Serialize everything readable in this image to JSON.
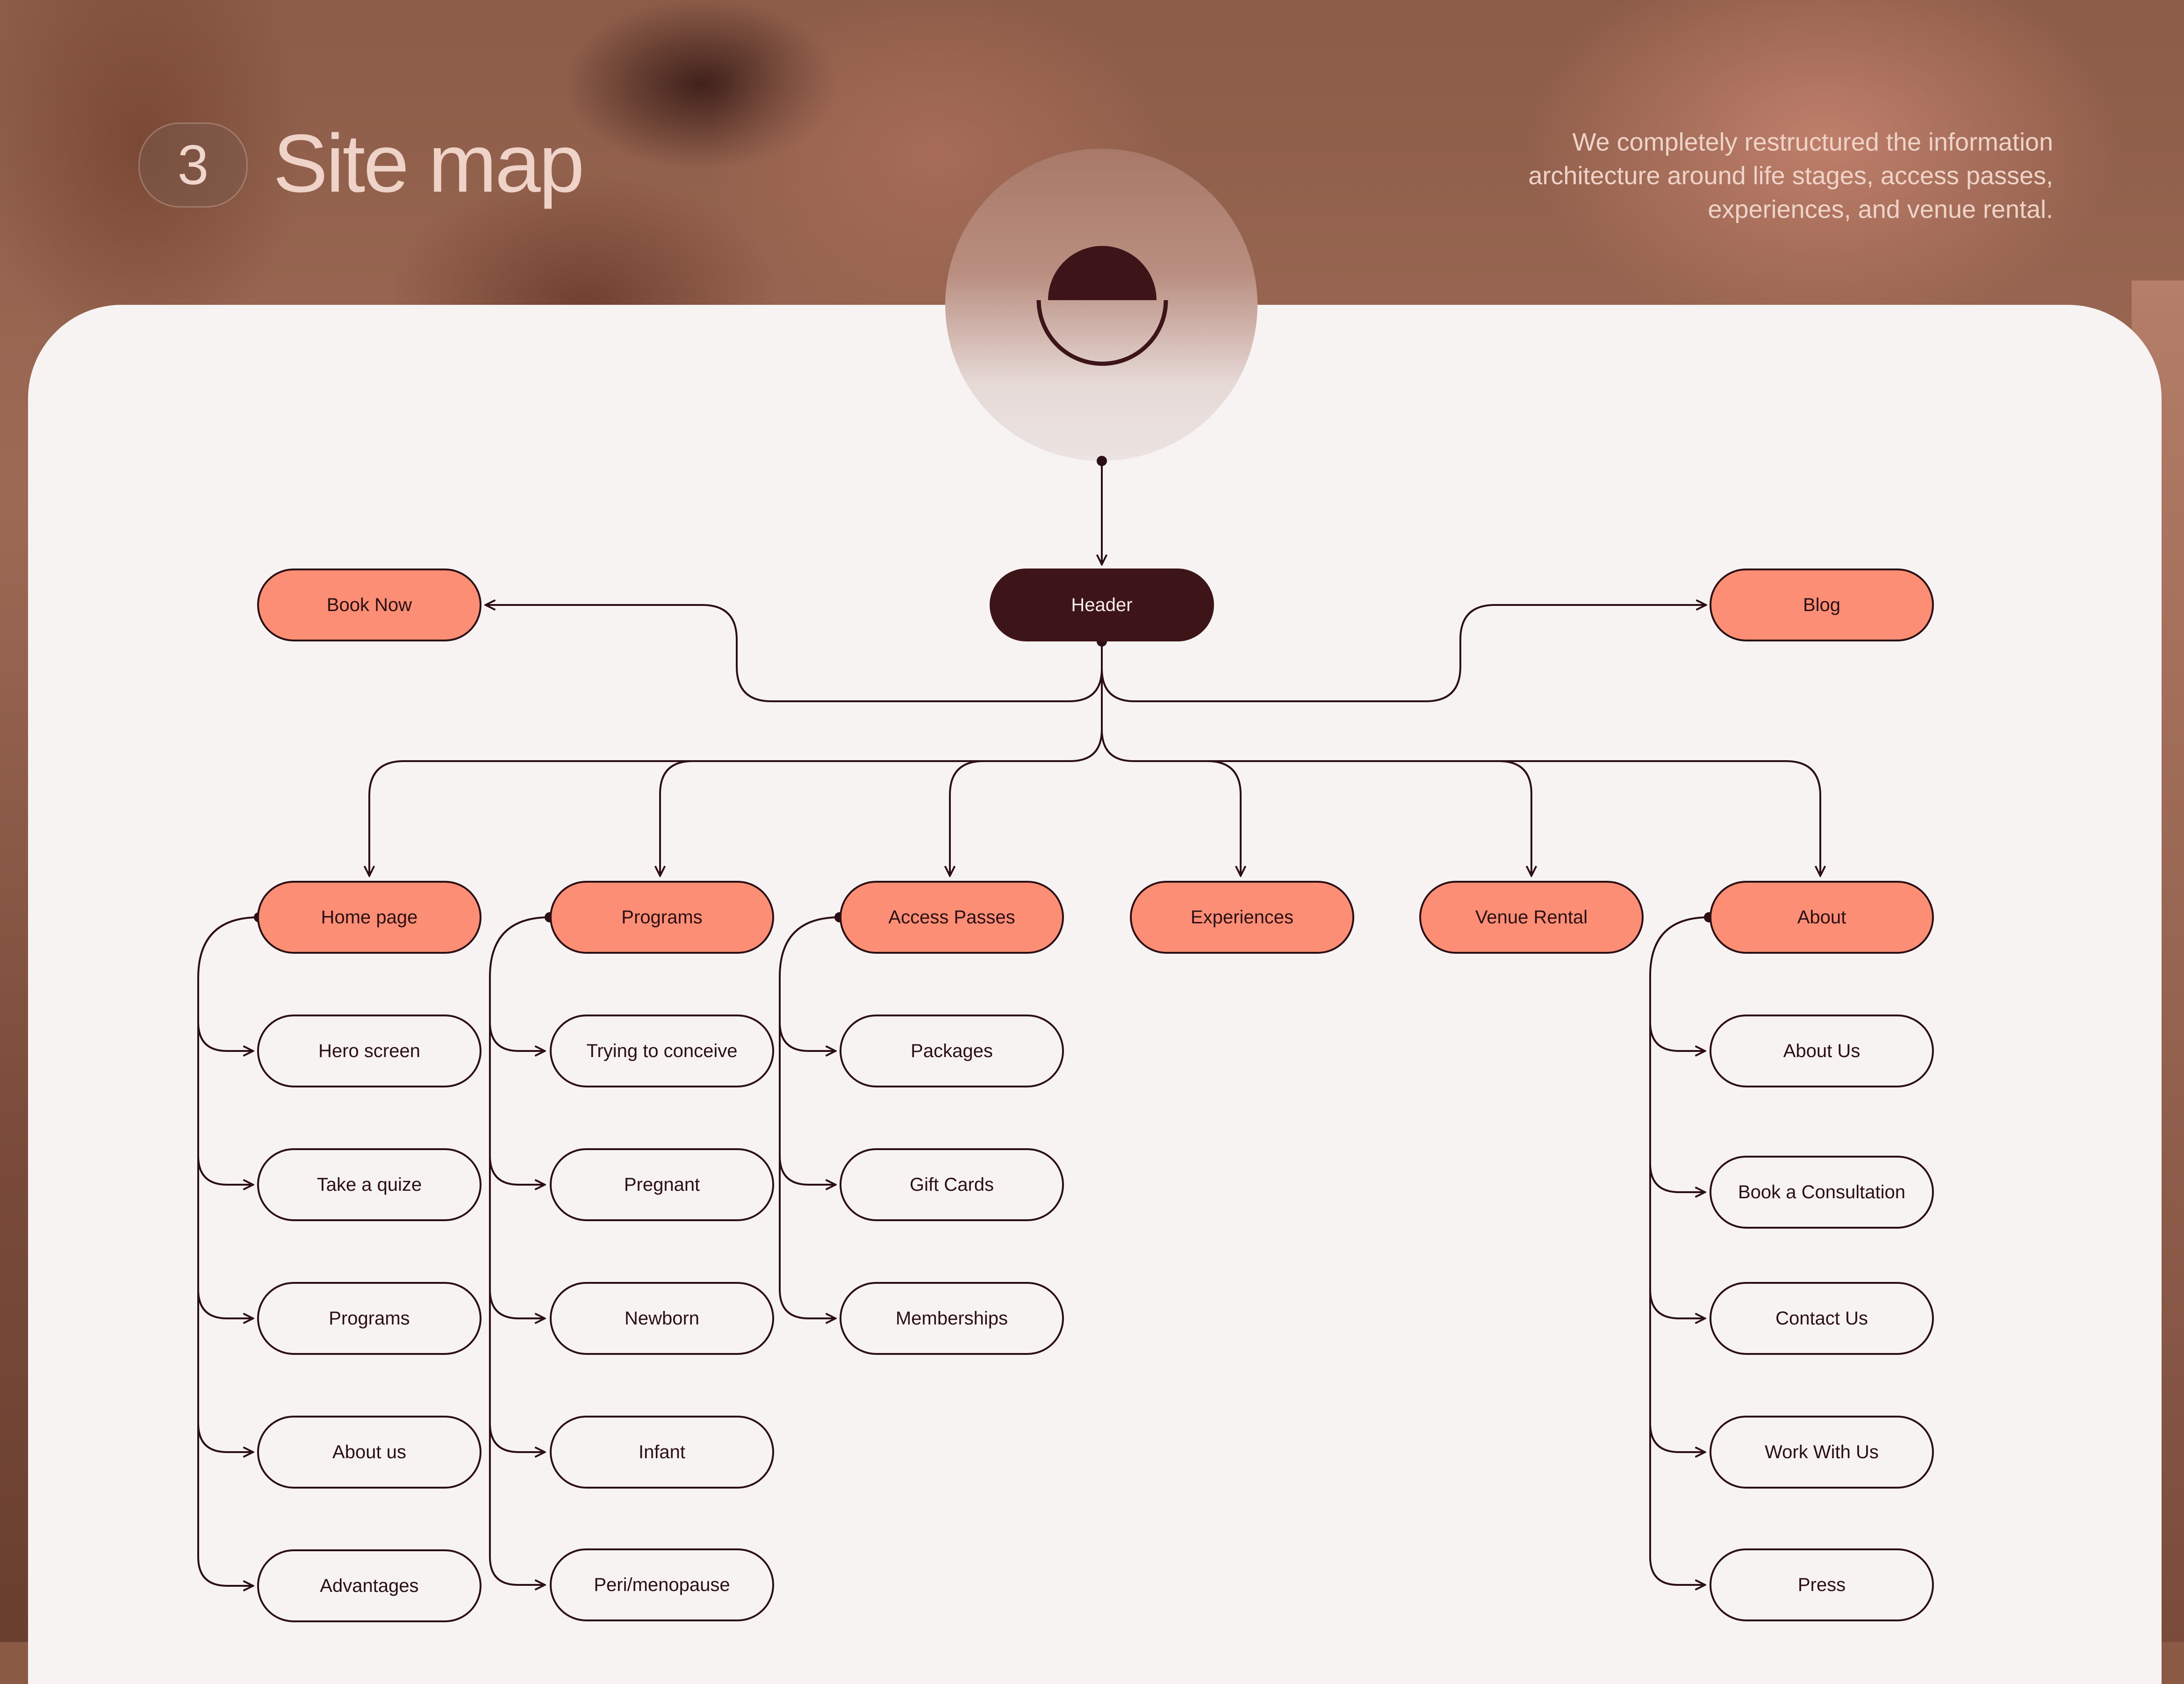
{
  "section": {
    "number": "3",
    "title": "Site map"
  },
  "intro_lines": [
    "We completely restructured the information",
    "architecture around life stages, access passes,",
    "experiences, and venue rental."
  ],
  "colors": {
    "primary_node": "#fc8e75",
    "dark_node": "#3d1519",
    "line": "#2b0f14",
    "board": "#f7f3f2"
  },
  "sitemap": {
    "root": "Header",
    "side_links": {
      "left": "Book Now",
      "right": "Blog"
    },
    "sections": [
      {
        "label": "Home page",
        "children": [
          "Hero screen",
          "Take a quize",
          "Programs",
          "About us",
          "Advantages"
        ]
      },
      {
        "label": "Programs",
        "children": [
          "Trying to conceive",
          "Pregnant",
          "Newborn",
          "Infant",
          "Peri/menopause"
        ]
      },
      {
        "label": "Access Passes",
        "children": [
          "Packages",
          "Gift Cards",
          "Memberships"
        ]
      },
      {
        "label": "Experiences",
        "children": []
      },
      {
        "label": "Venue Rental",
        "children": []
      },
      {
        "label": "About",
        "children": [
          "About Us",
          "Book a Consultation",
          "Contact Us",
          "Work With Us",
          "Press"
        ]
      }
    ]
  }
}
